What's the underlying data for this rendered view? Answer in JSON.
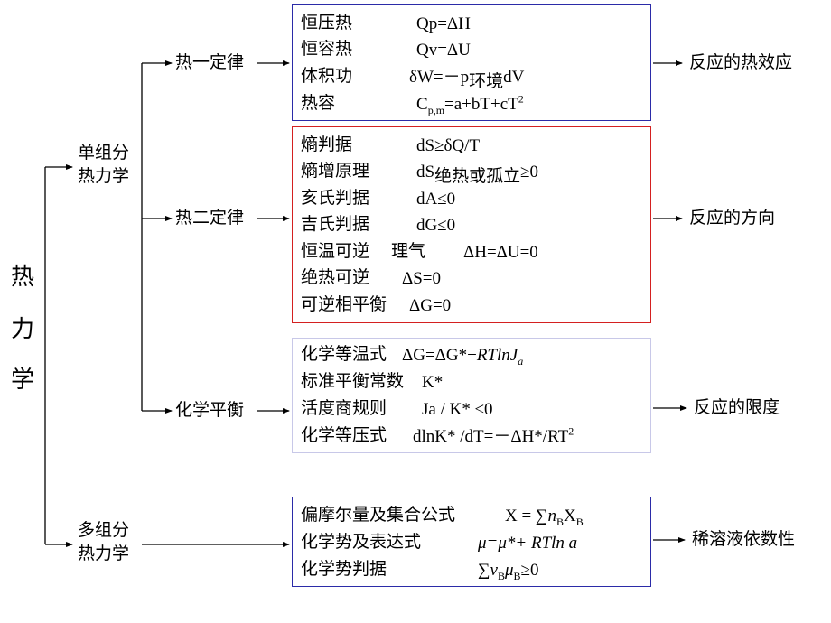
{
  "root": {
    "c1": "热",
    "c2": "力",
    "c3": "学"
  },
  "branches": {
    "single": {
      "line1": "单组分",
      "line2": "热力学"
    },
    "multi": {
      "line1": "多组分",
      "line2": "热力学"
    }
  },
  "laws": {
    "first": "热一定律",
    "second": "热二定律",
    "equilibrium": "化学平衡"
  },
  "box1": {
    "r1_label": "恒压热",
    "r1_formula": "Qp=ΔH",
    "r2_label": "恒容热",
    "r2_formula": "Qv=ΔU",
    "r3_label": "体积功",
    "r3_pre": "δW=－p",
    "r3_sub": "环境",
    "r3_post": "dV",
    "r4_label": "热容",
    "r4_pre": "C",
    "r4_sub": "p,m",
    "r4_post": "=a+bT+cT",
    "r4_sup": "2"
  },
  "box2": {
    "r1_label": "熵判据",
    "r1_formula": "dS≥δQ/T",
    "r2_label": "熵增原理",
    "r2_pre": "dS",
    "r2_sub": "绝热或孤立",
    "r2_post": "≥0",
    "r3_label": "亥氏判据",
    "r3_formula": "dA≤0",
    "r4_label": "吉氏判据",
    "r4_formula": "dG≤0",
    "r5_label": "恒温可逆",
    "r5_mid": "理气",
    "r5_formula": "ΔH=ΔU=0",
    "r6_label": "绝热可逆",
    "r6_formula": "ΔS=0",
    "r7_label": "可逆相平衡",
    "r7_formula": "ΔG=0"
  },
  "box3": {
    "r1_label": "化学等温式",
    "r1_pre": "ΔG=ΔG*+",
    "r1_it": "RTlnJ",
    "r1_sub": "a",
    "r2_label": "标准平衡常数",
    "r2_formula": "K*",
    "r3_label": "活度商规则",
    "r3_formula": "Ja / K* ≤0",
    "r4_label": "化学等压式",
    "r4_pre": "dlnK* /dT=－ΔH*/RT",
    "r4_sup": "2"
  },
  "box4": {
    "r1_label": "偏摩尔量及集合公式",
    "r1_pre": "X = ∑",
    "r1_n": "n",
    "r1_sub1": "B",
    "r1_x": "X",
    "r1_sub2": "B",
    "r2_label": "化学势及表达式",
    "r2_formula": "μ=μ*+ RTln a",
    "r3_label": "化学势判据",
    "r3_pre": "∑",
    "r3_v": "v",
    "r3_sub1": "B",
    "r3_mu": "μ",
    "r3_sub2": "B",
    "r3_post": "≥0"
  },
  "outcomes": {
    "first": "反应的热效应",
    "second": "反应的方向",
    "equilibrium": "反应的限度",
    "multi": "稀溶液依数性"
  },
  "colors": {
    "box_blue": "#2b2ba8",
    "box_red": "#d42020",
    "box_light": "#c8c8e8",
    "line": "#000000"
  }
}
